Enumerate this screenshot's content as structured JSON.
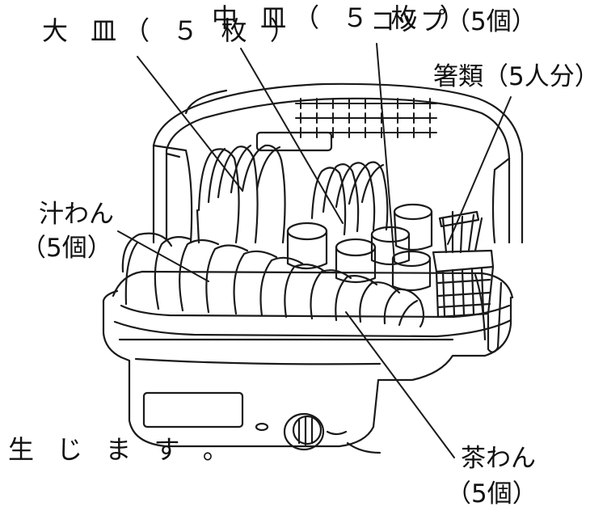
{
  "labels": {
    "large_plate": "大 皿（ ５ 枚 ）",
    "medium_plate": "中 皿（ ５ 枚 ）",
    "cup": "コップ（5個）",
    "chopsticks": "箸類（5人分）",
    "soup_bowl_name": "汁わん",
    "soup_bowl_count": "（5個）",
    "rice_bowl_name": "茶わん",
    "rice_bowl_count": "（5個）",
    "fragment_text": "生 じ ま す 。"
  },
  "colors": {
    "line": "#1a1a1a",
    "fill": "#ffffff"
  }
}
